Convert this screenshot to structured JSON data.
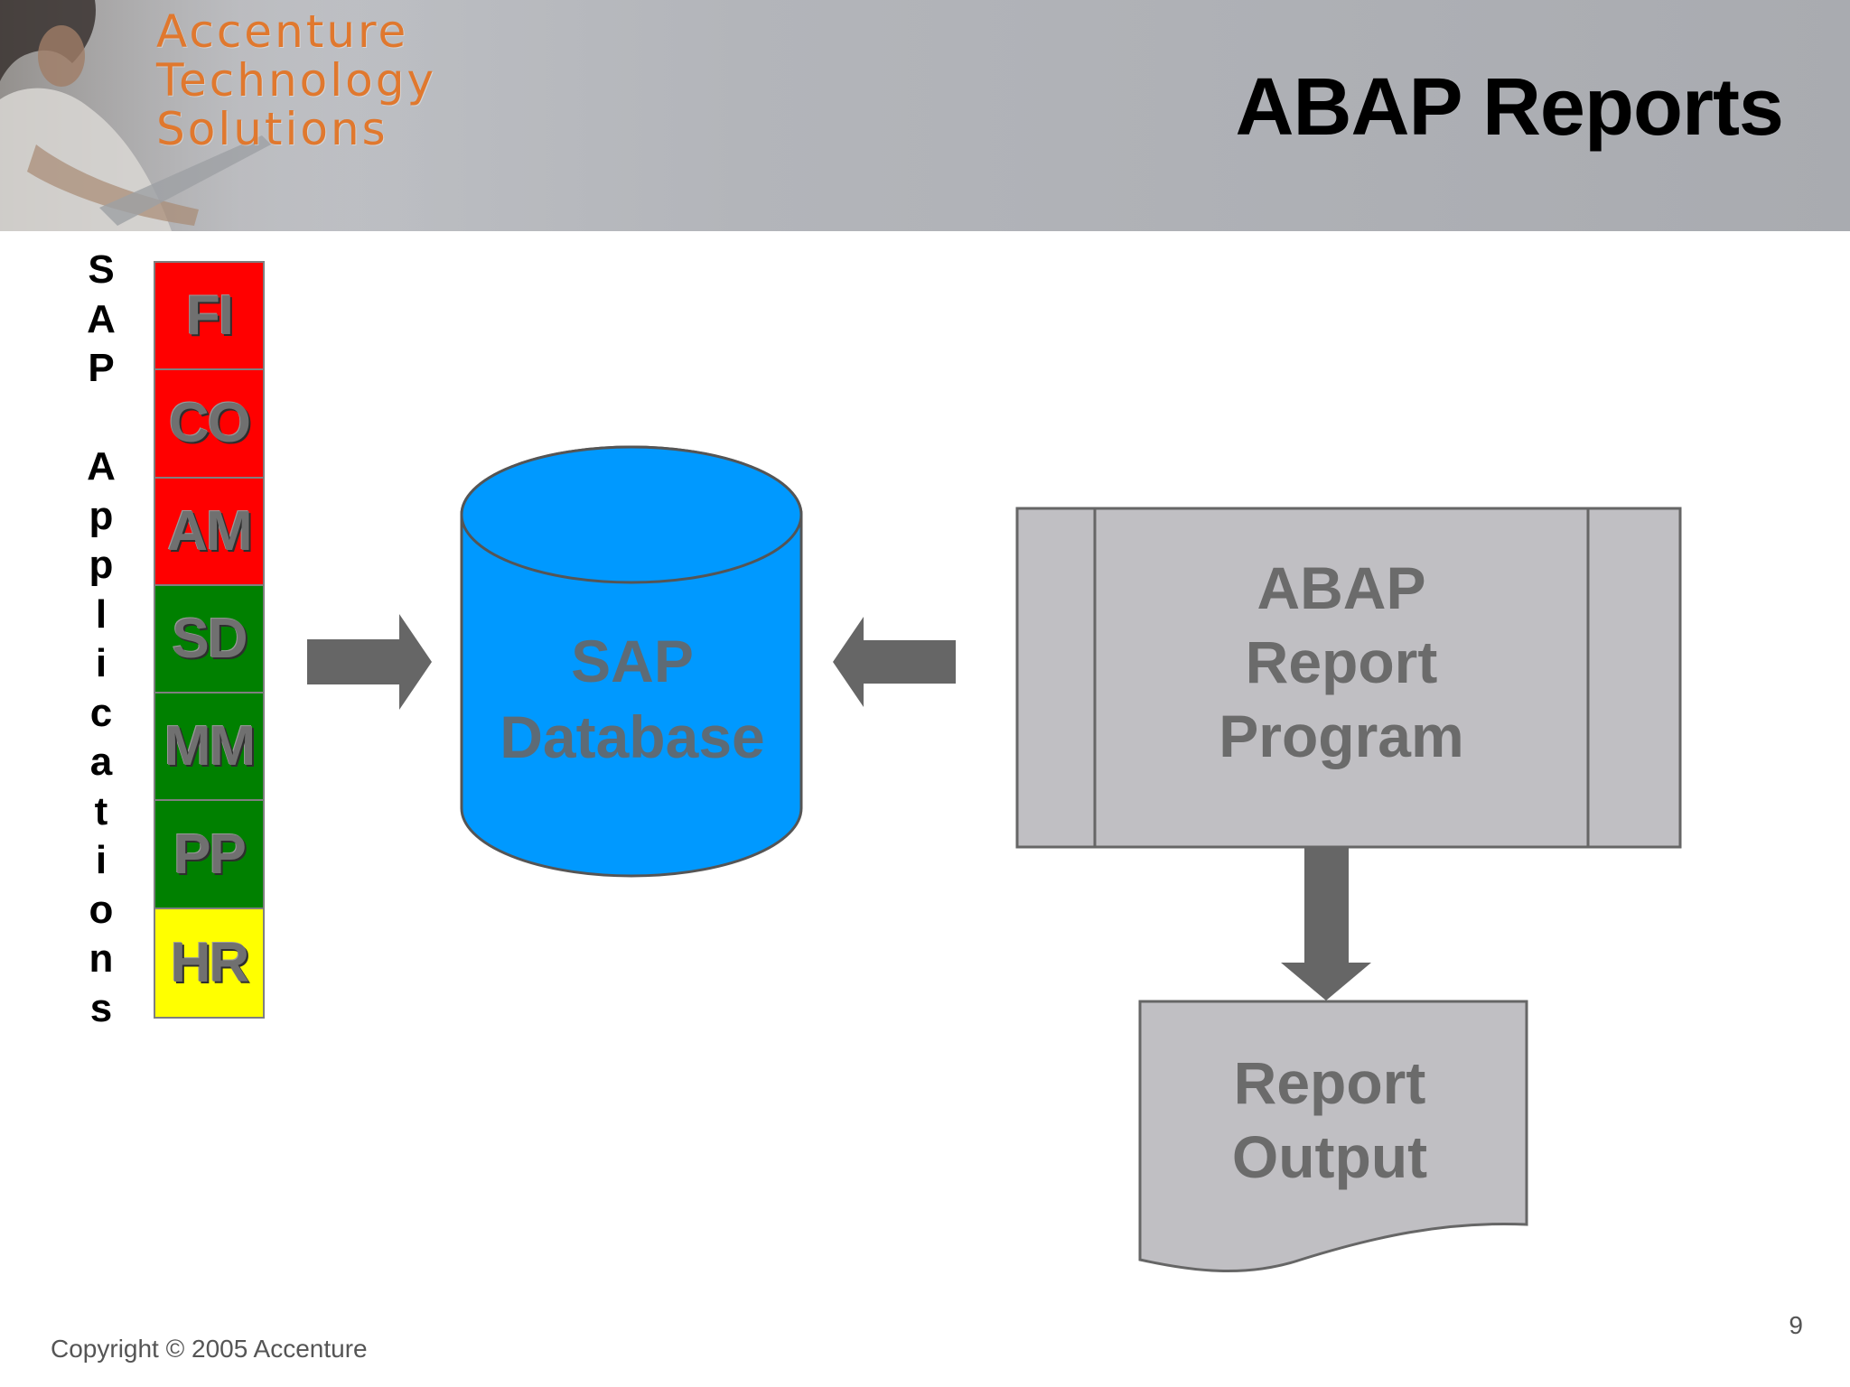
{
  "header": {
    "brand_lines": [
      "Accenture",
      "Technology",
      "Solutions"
    ],
    "title": "ABAP Reports"
  },
  "sidebar": {
    "vertical_label_letters": [
      "S",
      "A",
      "P",
      " ",
      "A",
      "p",
      "p",
      "l",
      "i",
      "c",
      "a",
      "t",
      "i",
      "o",
      "n",
      "s"
    ]
  },
  "modules": [
    {
      "label": "FI",
      "color": "#ff0000"
    },
    {
      "label": "CO",
      "color": "#ff0000"
    },
    {
      "label": "AM",
      "color": "#ff0000"
    },
    {
      "label": "SD",
      "color": "#008000"
    },
    {
      "label": "MM",
      "color": "#008000"
    },
    {
      "label": "PP",
      "color": "#008000"
    },
    {
      "label": "HR",
      "color": "#ffff00"
    }
  ],
  "diagram": {
    "database_label": [
      "SAP",
      "Database"
    ],
    "database_color": "#0099ff",
    "program_label": [
      "ABAP",
      "Report",
      "Program"
    ],
    "output_label": [
      "Report",
      "Output"
    ],
    "shape_fill": "#c0bfc3",
    "arrow_color": "#666666"
  },
  "footer": {
    "copyright": "Copyright © 2005 Accenture",
    "page_number": "9"
  }
}
